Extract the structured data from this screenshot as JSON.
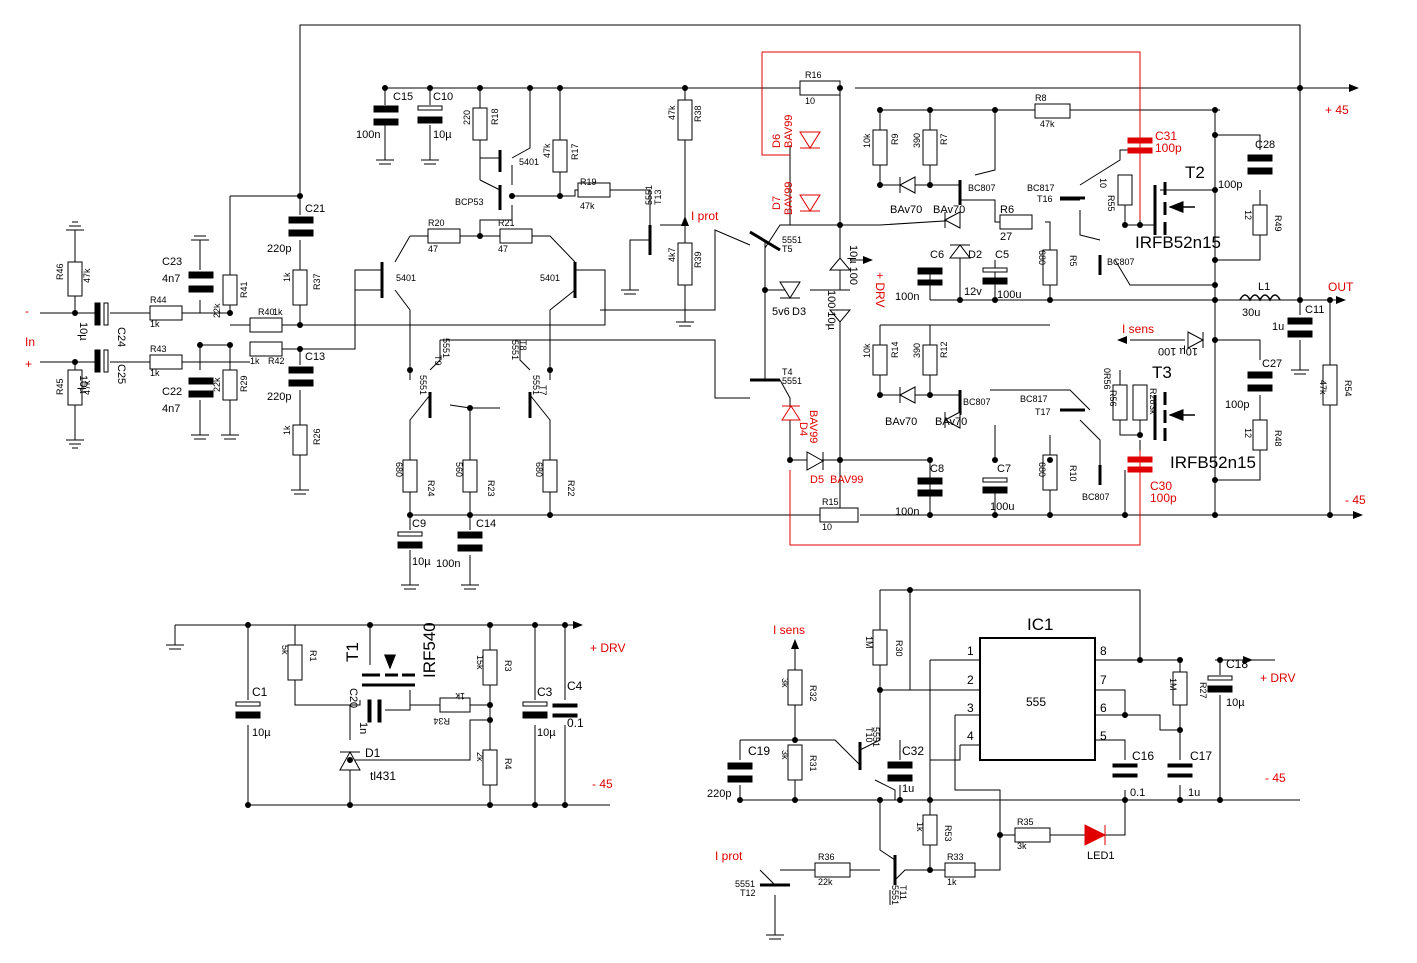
{
  "colors": {
    "wire": "#000000",
    "accent": "#e00000",
    "background": "#ffffff"
  },
  "rails": {
    "pos": "+ 45",
    "neg": "- 45",
    "out": "OUT",
    "pos_drv": "+ DRV"
  },
  "input": {
    "in": "In",
    "minus": "-",
    "plus": "+"
  },
  "signals": {
    "iprot": "I prot",
    "isens": "I sens",
    "drv": "+ DRV",
    "neg45": "- 45"
  },
  "big_labels": {
    "t2": "T2",
    "t3": "T3",
    "t1": "T1",
    "irf_top": "IRFB52n15",
    "irf_bot": "IRFB52n15",
    "irf540": "IRF540",
    "ic1": "IC1",
    "ic555": "555"
  },
  "ic_pins": [
    "1",
    "2",
    "3",
    "4",
    "8",
    "7",
    "6",
    "5"
  ],
  "parts": {
    "r46": "R46",
    "v47k_a": "47k",
    "r45": "R45",
    "v47k_b": "47k",
    "c24": "C24",
    "v10u_a": "10µ",
    "c25": "C25",
    "v10u_b": "10µ",
    "r44": "R44",
    "r43": "R43",
    "v1k_a": "1k",
    "v1k_b": "1k",
    "c23": "C23",
    "c22": "C22",
    "v4n7_a": "4n7",
    "v4n7_b": "4n7",
    "r41": "R41",
    "r29": "R29",
    "v22k_a": "22k",
    "v22k_b": "22k",
    "r40": "R40",
    "v1k_c": "1k",
    "r42": "R42",
    "v1k_d": "1k",
    "c21": "C21",
    "v220p_a": "220p",
    "r37": "R37",
    "v1k_e": "1k",
    "c13": "C13",
    "v220p_b": "220p",
    "r26": "R26",
    "v1k_f": "1k",
    "c15": "C15",
    "v100n_a": "100n",
    "c10": "C10",
    "v10u_c": "10µ",
    "r18": "R18",
    "v220": "220",
    "t5401_a": "5401",
    "r17": "R17",
    "v47k_c": "47k",
    "bcp53": "BCP53",
    "r19": "R19",
    "v47k_d": "47k",
    "t5551_a": "5551",
    "t13": "T13",
    "r38": "R38",
    "v47k_e": "47k",
    "r39": "R39",
    "v4k7": "4k7",
    "r20": "R20",
    "v47_a": "47",
    "r21": "R21",
    "v47_b": "47",
    "t5401_b": "5401",
    "t5401_c": "5401",
    "t9": "T9",
    "t5551_b": "5551",
    "t8": "T8",
    "t5551_c": "5551",
    "t5551_d": "5551",
    "t5551_e": "5551",
    "t7": "T7",
    "r24": "R24",
    "v680_a": "680",
    "r23": "R23",
    "v560": "560",
    "r22": "R22",
    "v680_b": "680",
    "c9": "C9",
    "v10u_d": "10µ",
    "c14": "C14",
    "v100n_b": "100n",
    "r16": "R16",
    "v10_a": "10",
    "r8": "R8",
    "v47k_f": "47k",
    "r9": "R9",
    "v10k_a": "10k",
    "r7": "R7",
    "v390_a": "390",
    "d6": "D6",
    "bav99_a": "BAV99",
    "d7": "D7",
    "bav99_b": "BAV99",
    "d4": "D4",
    "bav99_c": "BAV99",
    "d5": "D5",
    "bav99_d": "BAV99",
    "t5": "T5",
    "t5551_f": "5551",
    "t4": "T4",
    "t5551_g": "5551",
    "d3": "D3",
    "v5v6": "5v6",
    "c31": "C31",
    "v100p_a": "100p",
    "c30": "C30",
    "v100p_b": "100p",
    "c28": "C28",
    "v100p_c": "100p",
    "c27": "C27",
    "v100p_d": "100p",
    "r49": "R49",
    "v12_a": "12",
    "r48": "R48",
    "v12_b": "12",
    "bc817_a": "BC817",
    "t16": "T16",
    "bc817_b": "BC817",
    "t17": "T17",
    "r55": "R55",
    "v10_b": "10",
    "r56": "R56",
    "v0r56": "0R56",
    "r28": "R28",
    "v3k_a": "3k",
    "bc807_a": "BC807",
    "bc807_b": "BC807",
    "bc807_c": "BC807",
    "bc807_d": "BC807",
    "bav70_a": "BAv70",
    "bav70_b": "BAv70",
    "bav70_c": "BAv70",
    "bav70_d": "BAv70",
    "r6": "R6",
    "v27": "27",
    "d2": "D2",
    "v12v": "12v",
    "c6": "C6",
    "c5": "C5",
    "v100u_a": "100u",
    "v100n_c": "100n",
    "r5": "R5",
    "v680_c": "680",
    "r14": "R14",
    "v10k_b": "10k",
    "r12": "R12",
    "v390_b": "390",
    "r10": "R10",
    "v680_d": "680",
    "c8": "C8",
    "v100n_d": "100n",
    "c7": "C7",
    "v100u_b": "100u",
    "r15": "R15",
    "v10_c": "10",
    "v10u100_a": "10µ 100",
    "v10u100_b": "100 10µ",
    "v10u100_c": "10µ 100",
    "l1": "L1",
    "v30u": "30u",
    "c11": "C11",
    "v1u_a": "1u",
    "r54": "R54",
    "v47k_g": "47k",
    "r1": "R1",
    "v5k": "5k",
    "c1": "C1",
    "v10u_e": "10µ",
    "c20": "C20",
    "v1n": "1n",
    "d1": "D1",
    "tl431": "tl431",
    "r34": "R34",
    "v1k_g": "1k",
    "r3": "R3",
    "v15k": "15k",
    "r4": "R4",
    "v2k": "2k",
    "c3": "C3",
    "v10u_f": "10µ",
    "c4": "C4",
    "v01_a": "0.1",
    "r30": "R30",
    "v1m_a": "1M",
    "r32": "R32",
    "v3k_b": "3k",
    "r31": "R31",
    "v3k_c": "3k",
    "c19": "C19",
    "v220p_c": "220p",
    "t10": "T10",
    "t5551_h": "5551",
    "c32": "C32",
    "v1u_b": "1u",
    "r53": "R53",
    "v1k_h": "1k",
    "r35": "R35",
    "v3k_d": "3k",
    "led1": "LED1",
    "r33": "R33",
    "v1k_i": "1k",
    "r36": "R36",
    "v22k_c": "22k",
    "t12": "T12",
    "t5551_i": "5551",
    "t11": "T11",
    "t5551_j": "5551",
    "r27": "R27",
    "v1m_b": "1M",
    "c18": "C18",
    "v10u_g": "10µ",
    "c16": "C16",
    "v01_b": "0.1",
    "c17": "C17",
    "v1u_c": "1u"
  }
}
